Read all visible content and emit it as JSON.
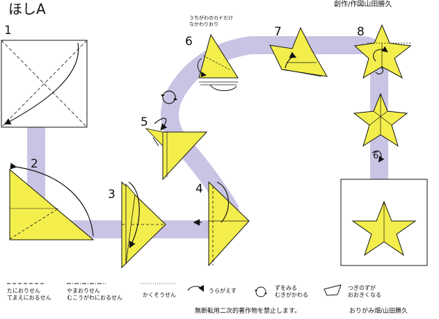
{
  "title": "ほしA",
  "credit": "創作/作図山田勝久",
  "step_numbers": [
    "1",
    "2",
    "3",
    "4",
    "5",
    "6",
    "7",
    "8",
    "6"
  ],
  "step6_note": [
    "うちがわのカドだけ",
    "なかわりおり"
  ],
  "legend": {
    "valley_fold": [
      "たにおりせん",
      "てまえにおるせん"
    ],
    "mountain_fold": [
      "やまおりせん",
      "むこうがわにおるせん"
    ],
    "hidden_line": [
      "かくそうせん"
    ],
    "turn_over": [
      "うらがえす"
    ],
    "zoom": [
      "ずをみる",
      "むきがかわる"
    ],
    "next_larger": [
      "つぎのずが",
      "おおきくなる"
    ]
  },
  "footer": {
    "copyright": "無断転用二次的著作物を禁止します。",
    "author": "おりがみ畑/山田勝久"
  },
  "colors": {
    "paper_yellow": "#f3ee4c",
    "path_lavender": "#c9c4e4",
    "line": "#111111"
  }
}
